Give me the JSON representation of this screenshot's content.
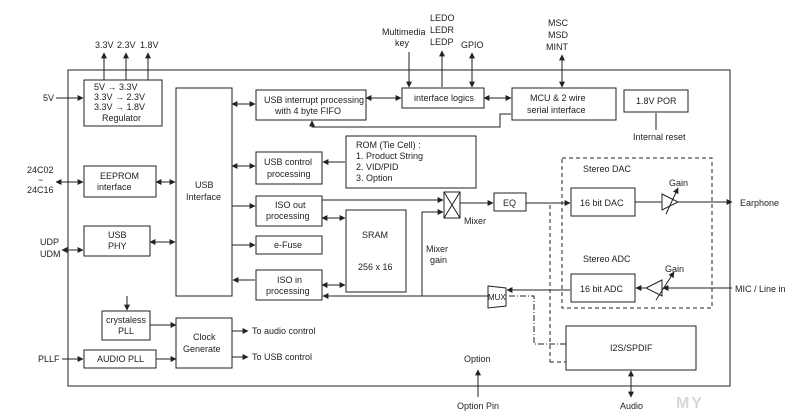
{
  "external": {
    "v33": "3.3V",
    "v23": "2.3V",
    "v18": "1.8V",
    "v5": "5V",
    "eeprom_pin_top": "24C02",
    "eeprom_pin_sep": "~",
    "eeprom_pin_bot": "24C16",
    "udp": "UDP",
    "udm": "UDM",
    "pllf": "PLLF",
    "multimedia_key_1": "Multimedia",
    "multimedia_key_2": "key",
    "ledo": "LEDO",
    "ledr": "LEDR",
    "ledp": "LEDP",
    "gpio": "GPIO",
    "msc": "MSC",
    "msd": "MSD",
    "mint": "MINT",
    "internal_reset": "Internal reset",
    "earphone": "Earphone",
    "mic_line_in": "MIC / Line in",
    "option": "Option",
    "option_pin": "Option Pin",
    "audio": "Audio",
    "to_audio_control": "To audio control",
    "to_usb_control": "To USB  control"
  },
  "blocks": {
    "regulator_1": "5V → 3.3V",
    "regulator_2": "3.3V → 2.3V",
    "regulator_3": "3.3V → 1.8V",
    "regulator_name": "Regulator",
    "eeprom_1": "EEPROM",
    "eeprom_2": "interface",
    "usb_phy_1": "USB",
    "usb_phy_2": "PHY",
    "usb_interface_1": "USB",
    "usb_interface_2": "Interface",
    "crystaless_1": "crystaless",
    "crystaless_2": "PLL",
    "audio_pll": "AUDIO PLL",
    "clock_1": "Clock",
    "clock_2": "Generate",
    "usb_int_1": "USB interrupt processing",
    "usb_int_2": "with 4 byte FIFO",
    "interface_logics": "interface logics",
    "mcu_1": "MCU & 2 wire",
    "mcu_2": "serial interface",
    "por": "1.8V POR",
    "usb_ctrl_1": "USB control",
    "usb_ctrl_2": "processing",
    "rom_1": "ROM (Tie Cell) :",
    "rom_2": "1. Product String",
    "rom_3": "2. VID/PID",
    "rom_4": "3. Option",
    "iso_out_1": "ISO out",
    "iso_out_2": "processing",
    "efuse": "e-Fuse",
    "iso_in_1": "ISO in",
    "iso_in_2": "processing",
    "sram_1": "SRAM",
    "sram_2": "256 x 16",
    "mixer": "Mixer",
    "mixer_gain_1": "Mixer",
    "mixer_gain_2": "gain",
    "eq": "EQ",
    "mux": "MUX",
    "stereo_dac": "Stereo DAC",
    "dac": "16 bit DAC",
    "gain_dac": "Gain",
    "stereo_adc": "Stereo ADC",
    "adc": "16 bit ADC",
    "gain_adc": "Gain",
    "i2s": "I2S/SPDIF"
  },
  "watermark": "MY"
}
